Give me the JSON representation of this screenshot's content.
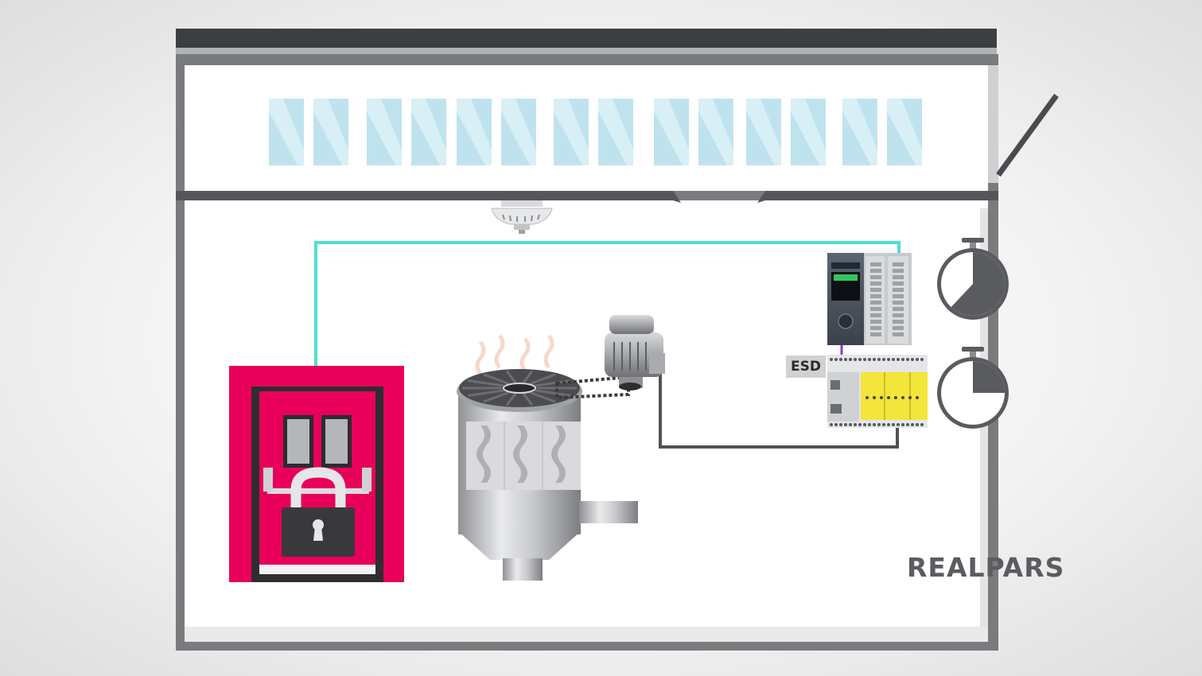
{
  "labels": {
    "esd": "ESD",
    "brand": "REALPARS"
  },
  "components": [
    {
      "name": "smoke-detector",
      "icon": "smoke-detector-icon"
    },
    {
      "name": "plc",
      "icon": "plc-controller-icon"
    },
    {
      "name": "esd-safety-controller",
      "icon": "safety-plc-icon"
    },
    {
      "name": "timer-top",
      "icon": "stopwatch-icon",
      "value": 0.62
    },
    {
      "name": "timer-bottom",
      "icon": "stopwatch-icon",
      "value": 0.25
    },
    {
      "name": "locked-door",
      "icon": "padlock-icon"
    },
    {
      "name": "dryer-tank",
      "icon": "heated-tank-icon"
    },
    {
      "name": "motor",
      "icon": "electric-motor-icon"
    }
  ],
  "colors": {
    "wire_network": "#4de0d0",
    "wire_control": "#505255",
    "door": "#e8005a",
    "window": "#bfe3ee",
    "wall": "#4a4b4e"
  }
}
